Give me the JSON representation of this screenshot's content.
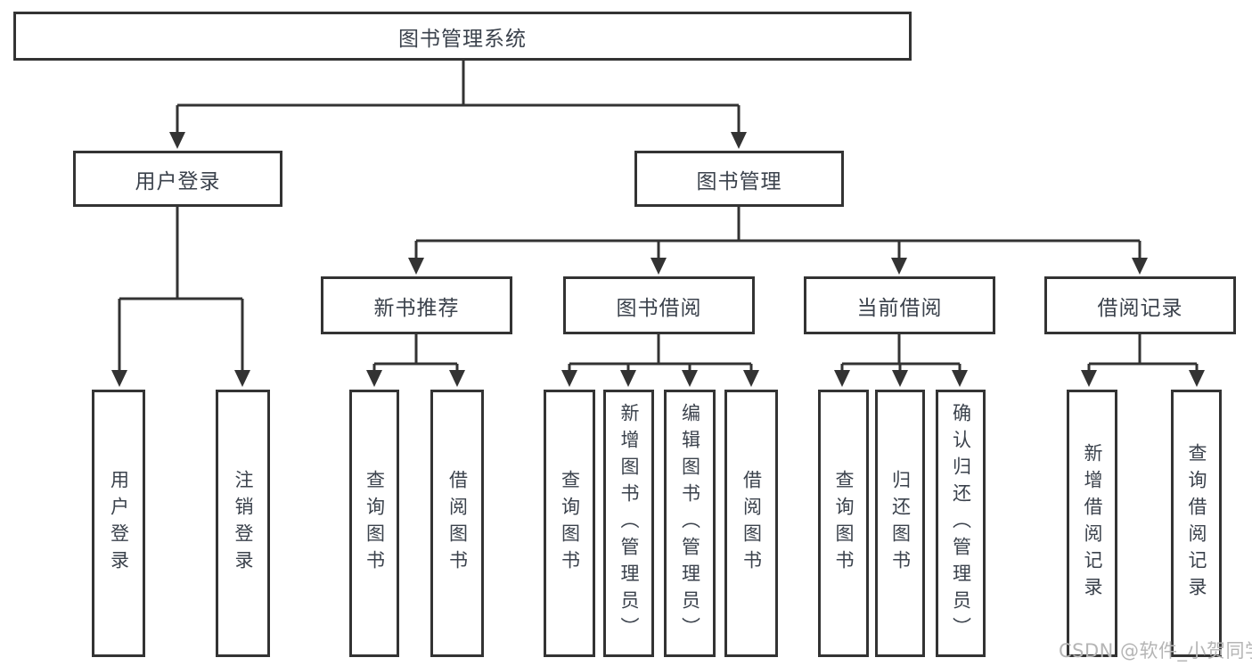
{
  "diagram": {
    "title": "图书管理系统",
    "level2": {
      "user_login": "用户登录",
      "book_management": "图书管理"
    },
    "level3": {
      "new_books": "新书推荐",
      "borrowing": "图书借阅",
      "current": "当前借阅",
      "records": "借阅记录"
    },
    "leaves": {
      "user_login": [
        "用户登录",
        "注销登录"
      ],
      "new_books": [
        "查询图书",
        "借阅图书"
      ],
      "borrowing": [
        "查询图书",
        "新增图书（管理员）",
        "编辑图书（管理员）",
        "借阅图书"
      ],
      "current": [
        "查询图书",
        "归还图书",
        "确认归还（管理员）"
      ],
      "records": [
        "新增借阅记录",
        "查询借阅记录"
      ]
    },
    "watermark": "CSDN @软件_小贺同学",
    "colors": {
      "line": "#333333",
      "text": "#3b424c",
      "watermark": "#b5b5b5",
      "background": "#ffffff"
    }
  }
}
